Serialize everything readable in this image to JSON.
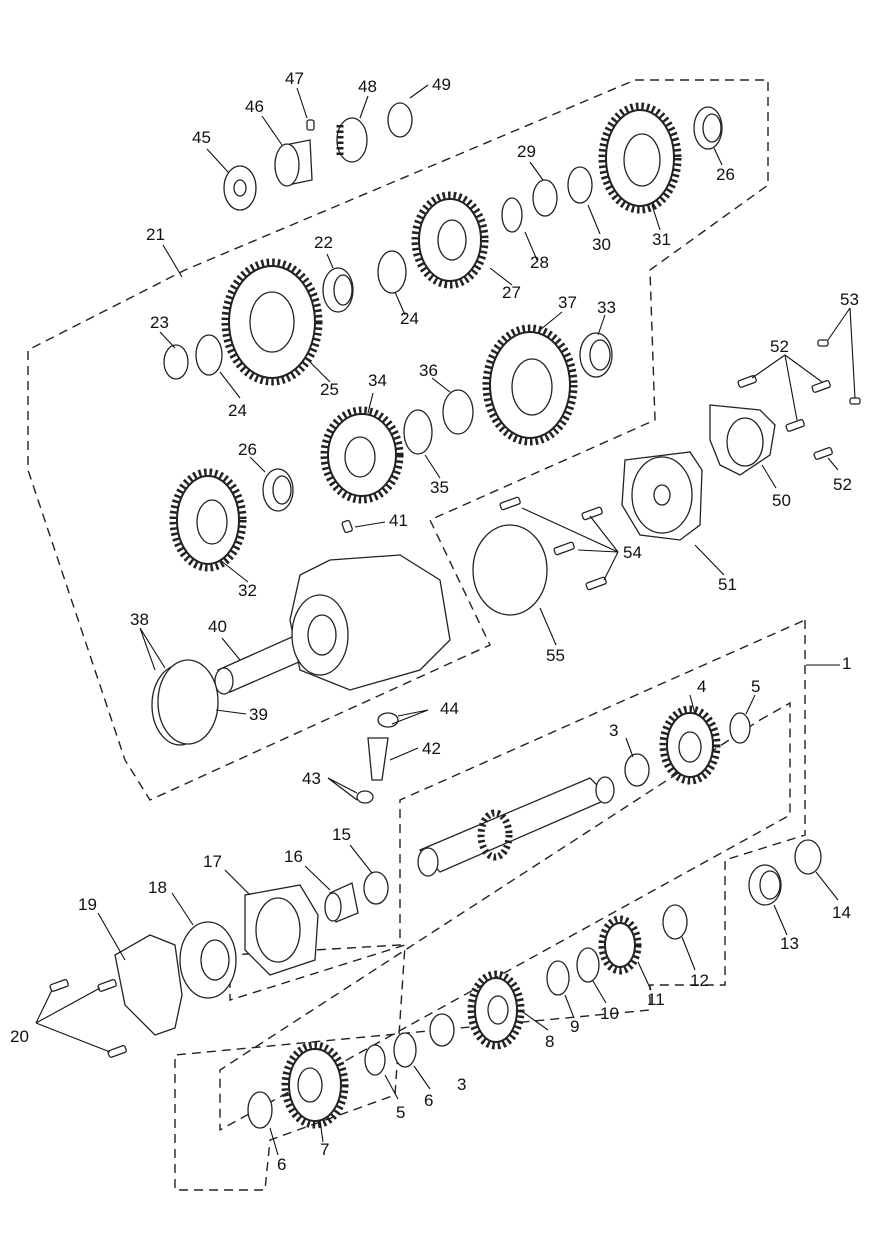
{
  "callouts": [
    {
      "id": "c1",
      "text": "1"
    },
    {
      "id": "c3a",
      "text": "3"
    },
    {
      "id": "c3b",
      "text": "3"
    },
    {
      "id": "c4",
      "text": "4"
    },
    {
      "id": "c5a",
      "text": "5"
    },
    {
      "id": "c5b",
      "text": "5"
    },
    {
      "id": "c6a",
      "text": "6"
    },
    {
      "id": "c6b",
      "text": "6"
    },
    {
      "id": "c7",
      "text": "7"
    },
    {
      "id": "c8",
      "text": "8"
    },
    {
      "id": "c9",
      "text": "9"
    },
    {
      "id": "c10",
      "text": "10"
    },
    {
      "id": "c11",
      "text": "11"
    },
    {
      "id": "c12",
      "text": "12"
    },
    {
      "id": "c13",
      "text": "13"
    },
    {
      "id": "c14",
      "text": "14"
    },
    {
      "id": "c15",
      "text": "15"
    },
    {
      "id": "c16",
      "text": "16"
    },
    {
      "id": "c17",
      "text": "17"
    },
    {
      "id": "c18",
      "text": "18"
    },
    {
      "id": "c19",
      "text": "19"
    },
    {
      "id": "c20",
      "text": "20"
    },
    {
      "id": "c21",
      "text": "21"
    },
    {
      "id": "c22",
      "text": "22"
    },
    {
      "id": "c23",
      "text": "23"
    },
    {
      "id": "c24a",
      "text": "24"
    },
    {
      "id": "c24b",
      "text": "24"
    },
    {
      "id": "c25",
      "text": "25"
    },
    {
      "id": "c26a",
      "text": "26"
    },
    {
      "id": "c26b",
      "text": "26"
    },
    {
      "id": "c27",
      "text": "27"
    },
    {
      "id": "c28",
      "text": "28"
    },
    {
      "id": "c29",
      "text": "29"
    },
    {
      "id": "c30",
      "text": "30"
    },
    {
      "id": "c31",
      "text": "31"
    },
    {
      "id": "c32",
      "text": "32"
    },
    {
      "id": "c33",
      "text": "33"
    },
    {
      "id": "c34",
      "text": "34"
    },
    {
      "id": "c35",
      "text": "35"
    },
    {
      "id": "c36",
      "text": "36"
    },
    {
      "id": "c37",
      "text": "37"
    },
    {
      "id": "c38",
      "text": "38"
    },
    {
      "id": "c39",
      "text": "39"
    },
    {
      "id": "c40",
      "text": "40"
    },
    {
      "id": "c41",
      "text": "41"
    },
    {
      "id": "c42",
      "text": "42"
    },
    {
      "id": "c43",
      "text": "43"
    },
    {
      "id": "c44",
      "text": "44"
    },
    {
      "id": "c45",
      "text": "45"
    },
    {
      "id": "c46",
      "text": "46"
    },
    {
      "id": "c47",
      "text": "47"
    },
    {
      "id": "c48",
      "text": "48"
    },
    {
      "id": "c49",
      "text": "49"
    },
    {
      "id": "c50",
      "text": "50"
    },
    {
      "id": "c51",
      "text": "51"
    },
    {
      "id": "c52a",
      "text": "52"
    },
    {
      "id": "c52b",
      "text": "52"
    },
    {
      "id": "c53",
      "text": "53"
    },
    {
      "id": "c54",
      "text": "54"
    },
    {
      "id": "c55",
      "text": "55"
    }
  ],
  "colors": {
    "line": "#222222",
    "background": "#ffffff"
  }
}
